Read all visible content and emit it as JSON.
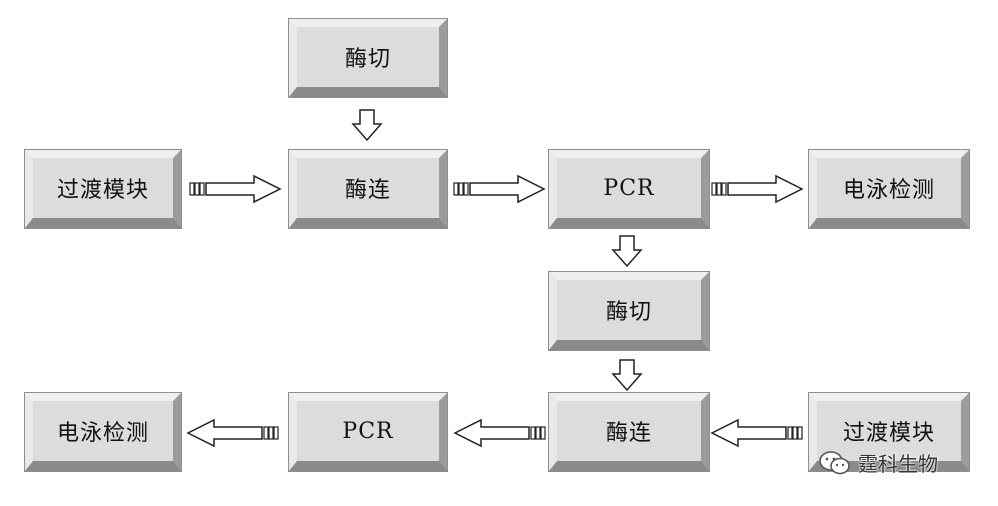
{
  "diagram": {
    "row1": {
      "digest": "酶切"
    },
    "row2": {
      "transition": "过渡模块",
      "ligation": "酶连",
      "pcr": "PCR",
      "electrophoresis": "电泳检测"
    },
    "row3": {
      "digest": "酶切"
    },
    "row4": {
      "electrophoresis": "电泳检测",
      "pcr": "PCR",
      "ligation": "酶连",
      "transition": "过渡模块"
    }
  },
  "watermark": {
    "text": "霆科生物",
    "icon": "wechat-icon"
  }
}
